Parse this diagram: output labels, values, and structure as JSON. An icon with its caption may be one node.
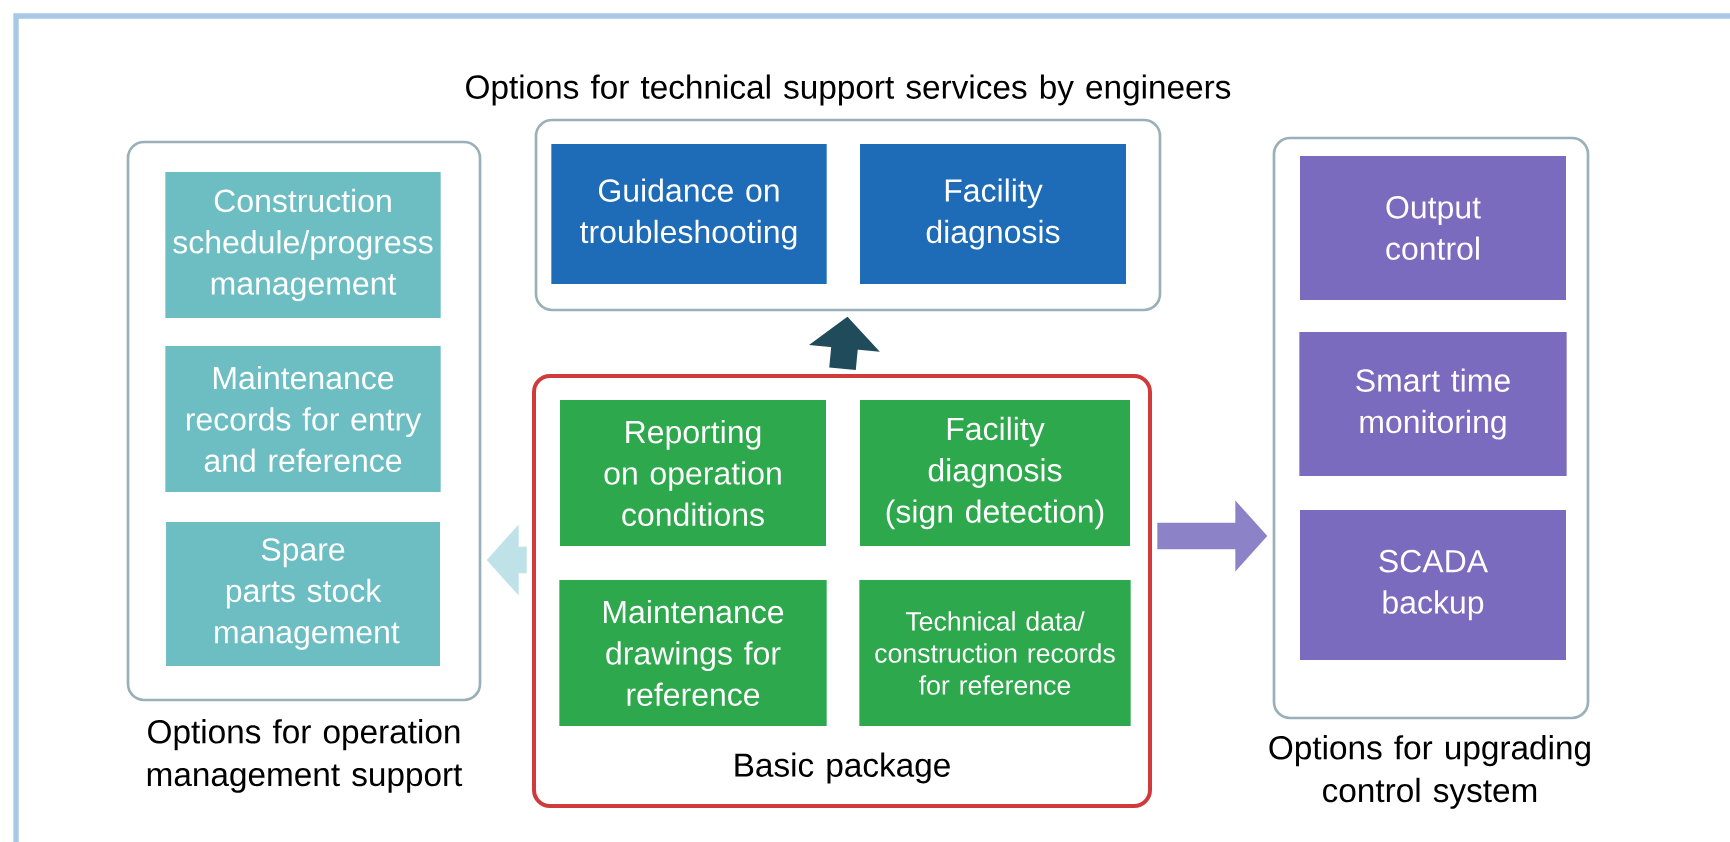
{
  "diagram": {
    "nodes": [
      {
        "text": [
          "Options for technical support services by engineers"
        ]
      },
      {
        "text": [
          "Guidance on troubleshooting"
        ],
        "in": 0
      },
      {
        "text": [
          "Facility diagnosis"
        ],
        "in": 0
      },
      {
        "text": [
          "Options for operation management support"
        ]
      },
      {
        "text": [
          "Construction schedule/progress management"
        ],
        "in": 3
      },
      {
        "text": [
          "Maintenance records for entry and reference"
        ],
        "in": 3
      },
      {
        "text": [
          "Spare parts stock management"
        ],
        "in": 3
      },
      {
        "text": [
          "Basic package"
        ]
      },
      {
        "text": [
          "Reporting on operation conditions"
        ],
        "in": 7
      },
      {
        "text": [
          "Facility diagnosis (sign detection)"
        ],
        "in": 7
      },
      {
        "text": [
          "Maintenance drawings for reference"
        ],
        "in": 7
      },
      {
        "text": [
          "Technical data/ construction records for reference"
        ],
        "in": 7
      },
      {
        "text": [
          "Options for upgrading control system"
        ]
      },
      {
        "text": [
          "Output control"
        ],
        "in": 12
      },
      {
        "text": [
          "Smart time monitoring"
        ],
        "in": 12
      },
      {
        "text": [
          "SCADA backup"
        ],
        "in": 12
      }
    ],
    "edges": [
      {
        "from": 7,
        "to": 0,
        "arrow": "to",
        "color": "#1f4b5a"
      },
      {
        "from": 7,
        "to": 3,
        "arrow": "to",
        "color": "#bfe2e8"
      },
      {
        "from": 7,
        "to": 12,
        "arrow": "to",
        "color": "#8c82c8"
      }
    ]
  }
}
